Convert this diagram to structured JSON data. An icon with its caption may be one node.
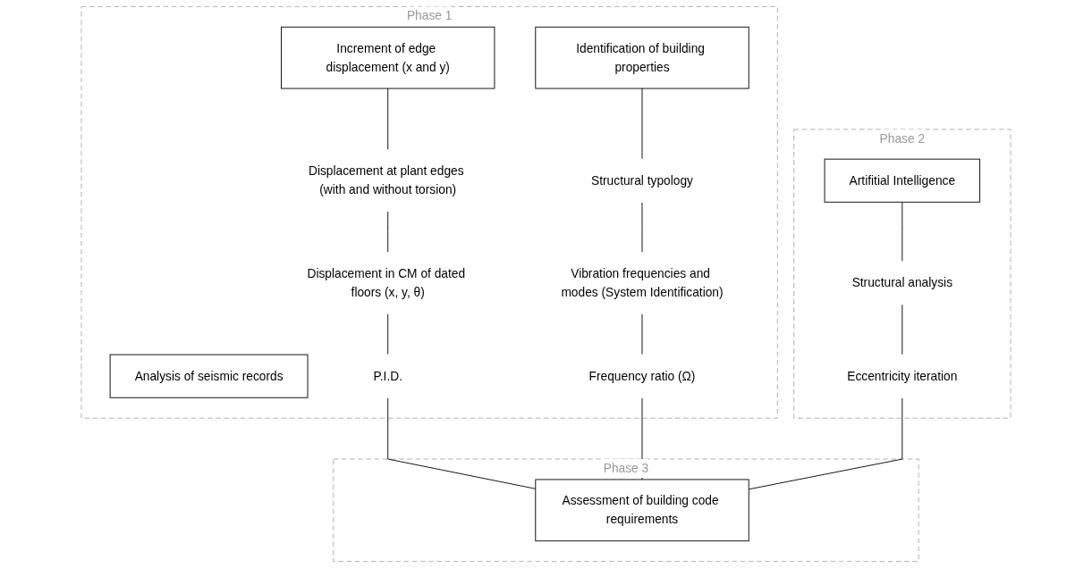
{
  "diagram": {
    "nodes": [
      {
        "text": [
          "Phase 1"
        ]
      },
      {
        "text": [
          "Analysis of seismic records"
        ],
        "in": 0
      },
      {
        "text": [
          "Increment of edge displacement (x and y)"
        ],
        "in": 0
      },
      {
        "text": [
          "Identification of building properties"
        ],
        "in": 0
      },
      {
        "text": [
          "Displacement at plant edges (with and without torsion)"
        ],
        "in": 0
      },
      {
        "text": [
          "Displacement in CM of dated floors (x, y, θ)"
        ],
        "in": 0
      },
      {
        "text": [
          "P.I.D."
        ],
        "in": 0
      },
      {
        "text": [
          "Structural typology"
        ],
        "in": 0
      },
      {
        "text": [
          "Vibration frequencies and modes (System Identification)"
        ],
        "in": 0
      },
      {
        "text": [
          "Frequency ratio (Ω)"
        ],
        "in": 0
      },
      {
        "text": [
          "Phase 2"
        ]
      },
      {
        "text": [
          "Artifitial Intelligence"
        ],
        "in": 10
      },
      {
        "text": [
          "Structural analysis"
        ],
        "in": 10
      },
      {
        "text": [
          "Eccentricity iteration"
        ],
        "in": 10
      },
      {
        "text": [
          "Phase 3"
        ]
      },
      {
        "text": [
          "Assessment of building code requirements"
        ],
        "in": 14
      }
    ],
    "edges": [
      {
        "from": 2,
        "to": 4,
        "arrow": "none"
      },
      {
        "from": 4,
        "to": 5,
        "arrow": "none"
      },
      {
        "from": 5,
        "to": 6,
        "arrow": "none"
      },
      {
        "from": 6,
        "to": 15,
        "arrow": "none"
      },
      {
        "from": 3,
        "to": 7,
        "arrow": "none"
      },
      {
        "from": 7,
        "to": 8,
        "arrow": "none"
      },
      {
        "from": 8,
        "to": 9,
        "arrow": "none"
      },
      {
        "from": 9,
        "to": 15,
        "arrow": "none"
      },
      {
        "from": 11,
        "to": 12,
        "arrow": "none"
      },
      {
        "from": 12,
        "to": 13,
        "arrow": "none"
      },
      {
        "from": 13,
        "to": 15,
        "arrow": "none"
      }
    ]
  }
}
